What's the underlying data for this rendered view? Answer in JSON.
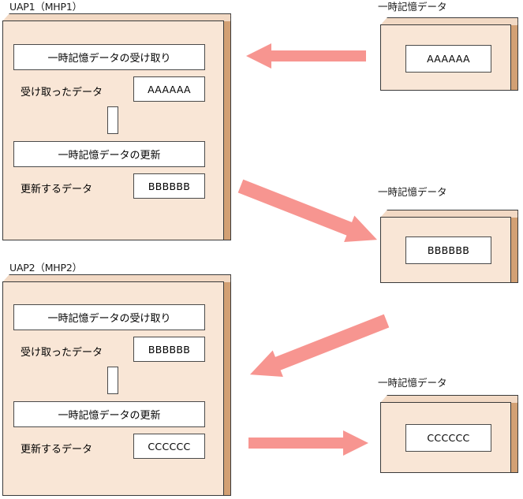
{
  "diagram": {
    "title_visible": false,
    "colors": {
      "box_face": "#f9e6d6",
      "box_side": "#d2a074",
      "box_top": "#f2d9c4",
      "box_outline": "#3a3a3a",
      "arrow": "#f79590",
      "inner_box": "#ffffff",
      "text": "#000000",
      "background": "#ffffff"
    }
  },
  "uap_panels": [
    {
      "caption": "UAP1（MHP1）",
      "receive_step": "一時記憶データの受け取り",
      "received_label": "受け取ったデータ",
      "received_value": "AAAAAA",
      "update_step": "一時記憶データの更新",
      "update_label": "更新するデータ",
      "update_value": "BBBBBB"
    },
    {
      "caption": "UAP2（MHP2）",
      "receive_step": "一時記憶データの受け取り",
      "received_label": "受け取ったデータ",
      "received_value": "BBBBBB",
      "update_step": "一時記憶データの更新",
      "update_label": "更新するデータ",
      "update_value": "CCCCCC"
    }
  ],
  "data_stores": [
    {
      "caption": "一時記憶データ",
      "value": "AAAAAA"
    },
    {
      "caption": "一時記憶データ",
      "value": "BBBBBB"
    },
    {
      "caption": "一時記憶データ",
      "value": "CCCCCC"
    }
  ],
  "arrows": [
    {
      "name": "store1-to-uap1-receive",
      "direction": "left"
    },
    {
      "name": "uap1-update-to-store2",
      "direction": "down-right"
    },
    {
      "name": "store2-to-uap2-receive",
      "direction": "down-left"
    },
    {
      "name": "uap2-update-to-store3",
      "direction": "right"
    }
  ]
}
